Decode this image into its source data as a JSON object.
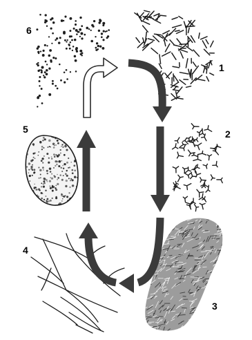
{
  "colors": {
    "background": "#ffffff",
    "ink": "#1e1e1e",
    "arrow_dark": "#3b3b3b",
    "arrow_outline": "#2a2a2a",
    "mass_fill": "#9c9c9c",
    "nucleus_fill": "#f4f4f4"
  },
  "stage_numbers": {
    "stage1": "1",
    "stage2": "2",
    "stage3": "3",
    "stage4": "4",
    "stage5": "5",
    "stage6": "6"
  },
  "cycle": {
    "direction": "clockwise",
    "arrows": [
      {
        "from": "stage1",
        "to": "stage2",
        "style": "dark",
        "icon": "curved-arrow"
      },
      {
        "from": "stage2",
        "to": "stage3",
        "style": "dark",
        "icon": "straight-arrow"
      },
      {
        "from": "stage3",
        "to": "stage4",
        "style": "dark",
        "icon": "curved-arrow"
      },
      {
        "from": "stage4",
        "to": "stage5",
        "style": "dark",
        "icon": "curved-arrow"
      },
      {
        "from": "stage5",
        "to": "stage6",
        "style": "dark",
        "icon": "straight-arrow"
      },
      {
        "from": "stage6",
        "to": "stage1",
        "style": "hollow",
        "icon": "curved-hollow-arrow"
      }
    ]
  },
  "illustrations": {
    "stage1": "short-rods-icon",
    "stage2": "branched-fragments-icon",
    "stage3": "dense-hatched-mass-icon",
    "stage4": "branching-filaments-icon",
    "stage5": "oval-cell-with-granules-icon",
    "stage6": "dot-particles-icon"
  }
}
